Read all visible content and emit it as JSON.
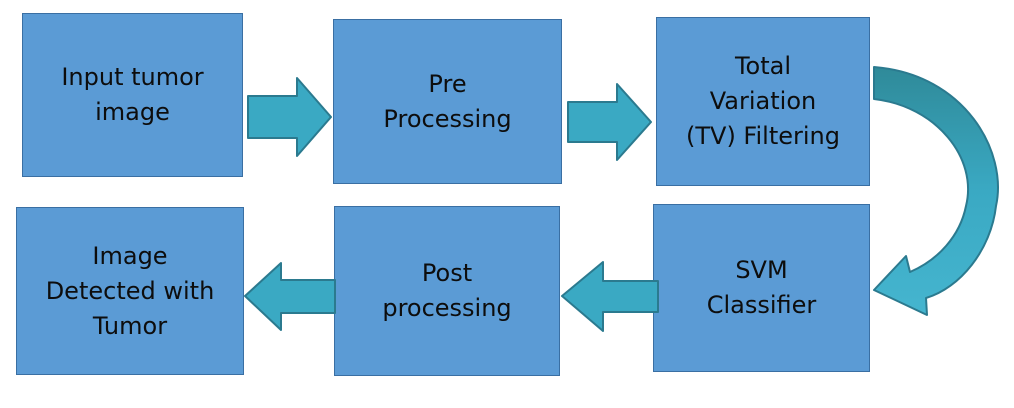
{
  "diagram": {
    "nodes": [
      {
        "id": "input",
        "label": "Input tumor\nimage"
      },
      {
        "id": "pre",
        "label": "Pre\nProcessing"
      },
      {
        "id": "tv",
        "label": "Total\nVariation\n(TV) Filtering"
      },
      {
        "id": "svm",
        "label": "SVM\nClassifier"
      },
      {
        "id": "post",
        "label": "Post\nprocessing"
      },
      {
        "id": "output",
        "label": "Image\nDetected with\nTumor"
      }
    ],
    "edges": [
      {
        "from": "input",
        "to": "pre"
      },
      {
        "from": "pre",
        "to": "tv"
      },
      {
        "from": "tv",
        "to": "svm"
      },
      {
        "from": "svm",
        "to": "post"
      },
      {
        "from": "post",
        "to": "output"
      }
    ],
    "colors": {
      "box_fill": "#5b9bd5",
      "box_border": "#3a6fa3",
      "arrow_fill": "#3aa9c3",
      "arrow_border": "#2b7a8f"
    }
  }
}
